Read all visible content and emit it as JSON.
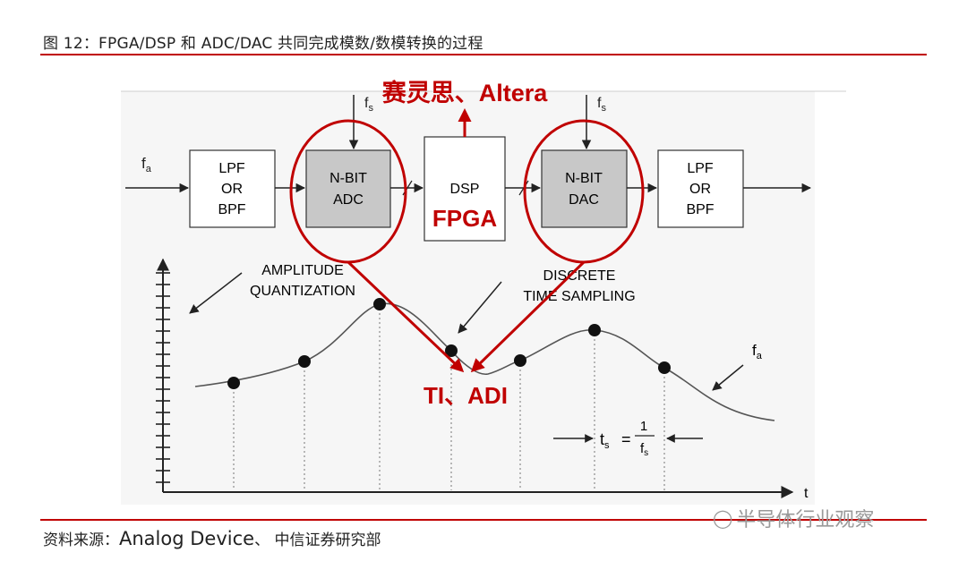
{
  "figure": {
    "title": "图 12：FPGA/DSP 和 ADC/DAC 共同完成模数/数模转换的过程",
    "source_prefix": "资料来源：",
    "source_name": "Analog Device",
    "source_suffix": "、 中信证券研究部",
    "watermark": "半导体行业观察"
  },
  "diagram": {
    "input_label": "f",
    "input_sub": "a",
    "fs_label": "f",
    "fs_sub": "s",
    "block1": [
      "LPF",
      "OR",
      "BPF"
    ],
    "adc_block": [
      "N-BIT",
      "ADC"
    ],
    "dsp_block": "DSP",
    "dac_block": [
      "N-BIT",
      "DAC"
    ],
    "block5": [
      "LPF",
      "OR",
      "BPF"
    ],
    "amp_quant": [
      "AMPLITUDE",
      "QUANTIZATION"
    ],
    "discrete": [
      "DISCRETE",
      "TIME SAMPLING"
    ],
    "curve_label": "f",
    "curve_sub": "a",
    "t_axis": "t",
    "ts_eq": "t",
    "ts_sub": "s",
    "equals": "=",
    "frac_num": "1",
    "frac_den": "f",
    "frac_den_sub": "s"
  },
  "annotations": {
    "xilinx_altera": "赛灵思、Altera",
    "fpga": "FPGA",
    "ti_adi": "TI、ADI",
    "color": "#c00000"
  }
}
